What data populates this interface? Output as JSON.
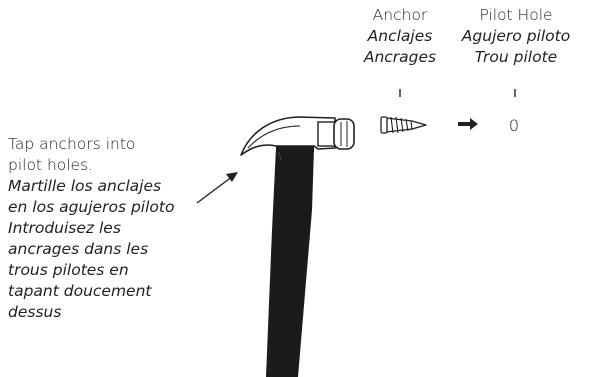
{
  "anchor": {
    "title": "Anchor",
    "spanish": "Anclajes",
    "french": "Ancrages"
  },
  "pilot_hole": {
    "title": "Pilot Hole",
    "spanish": "Agujero piloto",
    "french": "Trou pilote",
    "symbol": "0"
  },
  "instructions": {
    "english_line1": "Tap anchors into",
    "english_line2": "pilot holes.",
    "spanish_line1": "Martille los anclajes",
    "spanish_line2": "en los agujeros piloto",
    "french_line1": "Introduisez les",
    "french_line2": "ancrages dans les",
    "french_line3": "trous pilotes en",
    "french_line4": "tapant doucement",
    "french_line5": "dessus"
  },
  "colors": {
    "ink": "#231f20",
    "handle": "#1b1b1b",
    "head": "#ffffff"
  },
  "icons": [
    "hammer-icon",
    "anchor-icon",
    "right-arrow-icon",
    "pointer-arrow-icon"
  ]
}
